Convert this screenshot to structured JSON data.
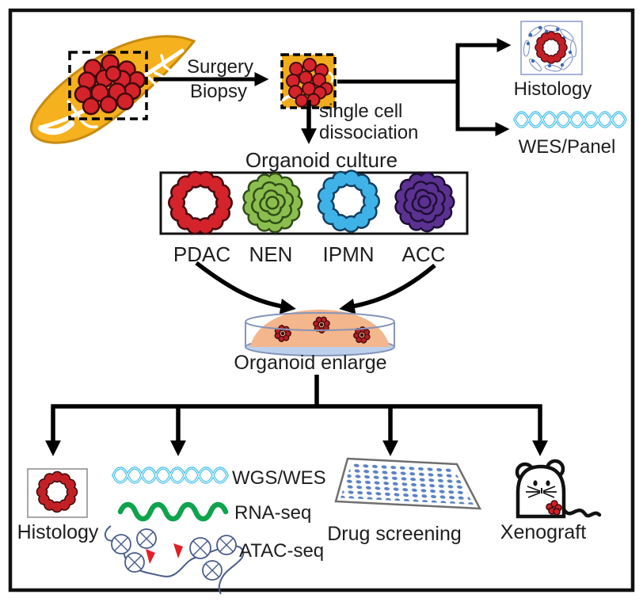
{
  "labels": {
    "surgery": "Surgery",
    "biopsy": "Biopsy",
    "histology_top": "Histology",
    "wes_panel": "WES/Panel",
    "dissociation_line1": "single cell",
    "dissociation_line2": "dissociation",
    "organoid_culture": "Organoid culture",
    "types": [
      "PDAC",
      "NEN",
      "IPMN",
      "ACC"
    ],
    "organoid_enlarge": "Organoid enlarge",
    "histology_bottom": "Histology",
    "wgs_wes": "WGS/WES",
    "rna_seq": "RNA-seq",
    "atac_seq": "ATAC-seq",
    "drug_screening": "Drug screening",
    "xenograft": "Xenograft"
  },
  "colors": {
    "pancreas": "#F5B11E",
    "pancreas_outline": "#C78B12",
    "tumor_red": "#D5232B",
    "tumor_outline": "#420A0D",
    "biopsy_bg": "#F0AC1D",
    "pdac_red": "#D5232B",
    "nen_green": "#8CBE4F",
    "nen_outline": "#2F4D18",
    "ipmn_blue": "#3FB3E7",
    "ipmn_outline": "#123F63",
    "acc_purple": "#5B3191",
    "acc_outline": "#1D0F33",
    "dna_cyan": "#45C0EA",
    "rna_green": "#0FA34D",
    "dish_gel": "#F4B68D",
    "dish_base": "#BCD0EC",
    "dish_outline": "#8494B8",
    "well_dot": "#5B82C4",
    "chromatin_blue": "#4A5D8A",
    "tn5_red": "#E31E26",
    "histology_cell": "#C22026",
    "arrow_black": "#000000"
  }
}
